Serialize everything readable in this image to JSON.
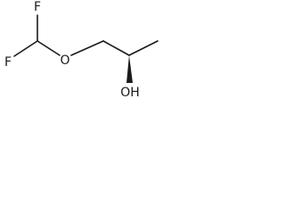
{
  "molecule": {
    "atoms": {
      "fluorine_top": "F",
      "fluorine_left": "F",
      "ether_oxygen": "O",
      "hydroxyl": "OH"
    }
  }
}
